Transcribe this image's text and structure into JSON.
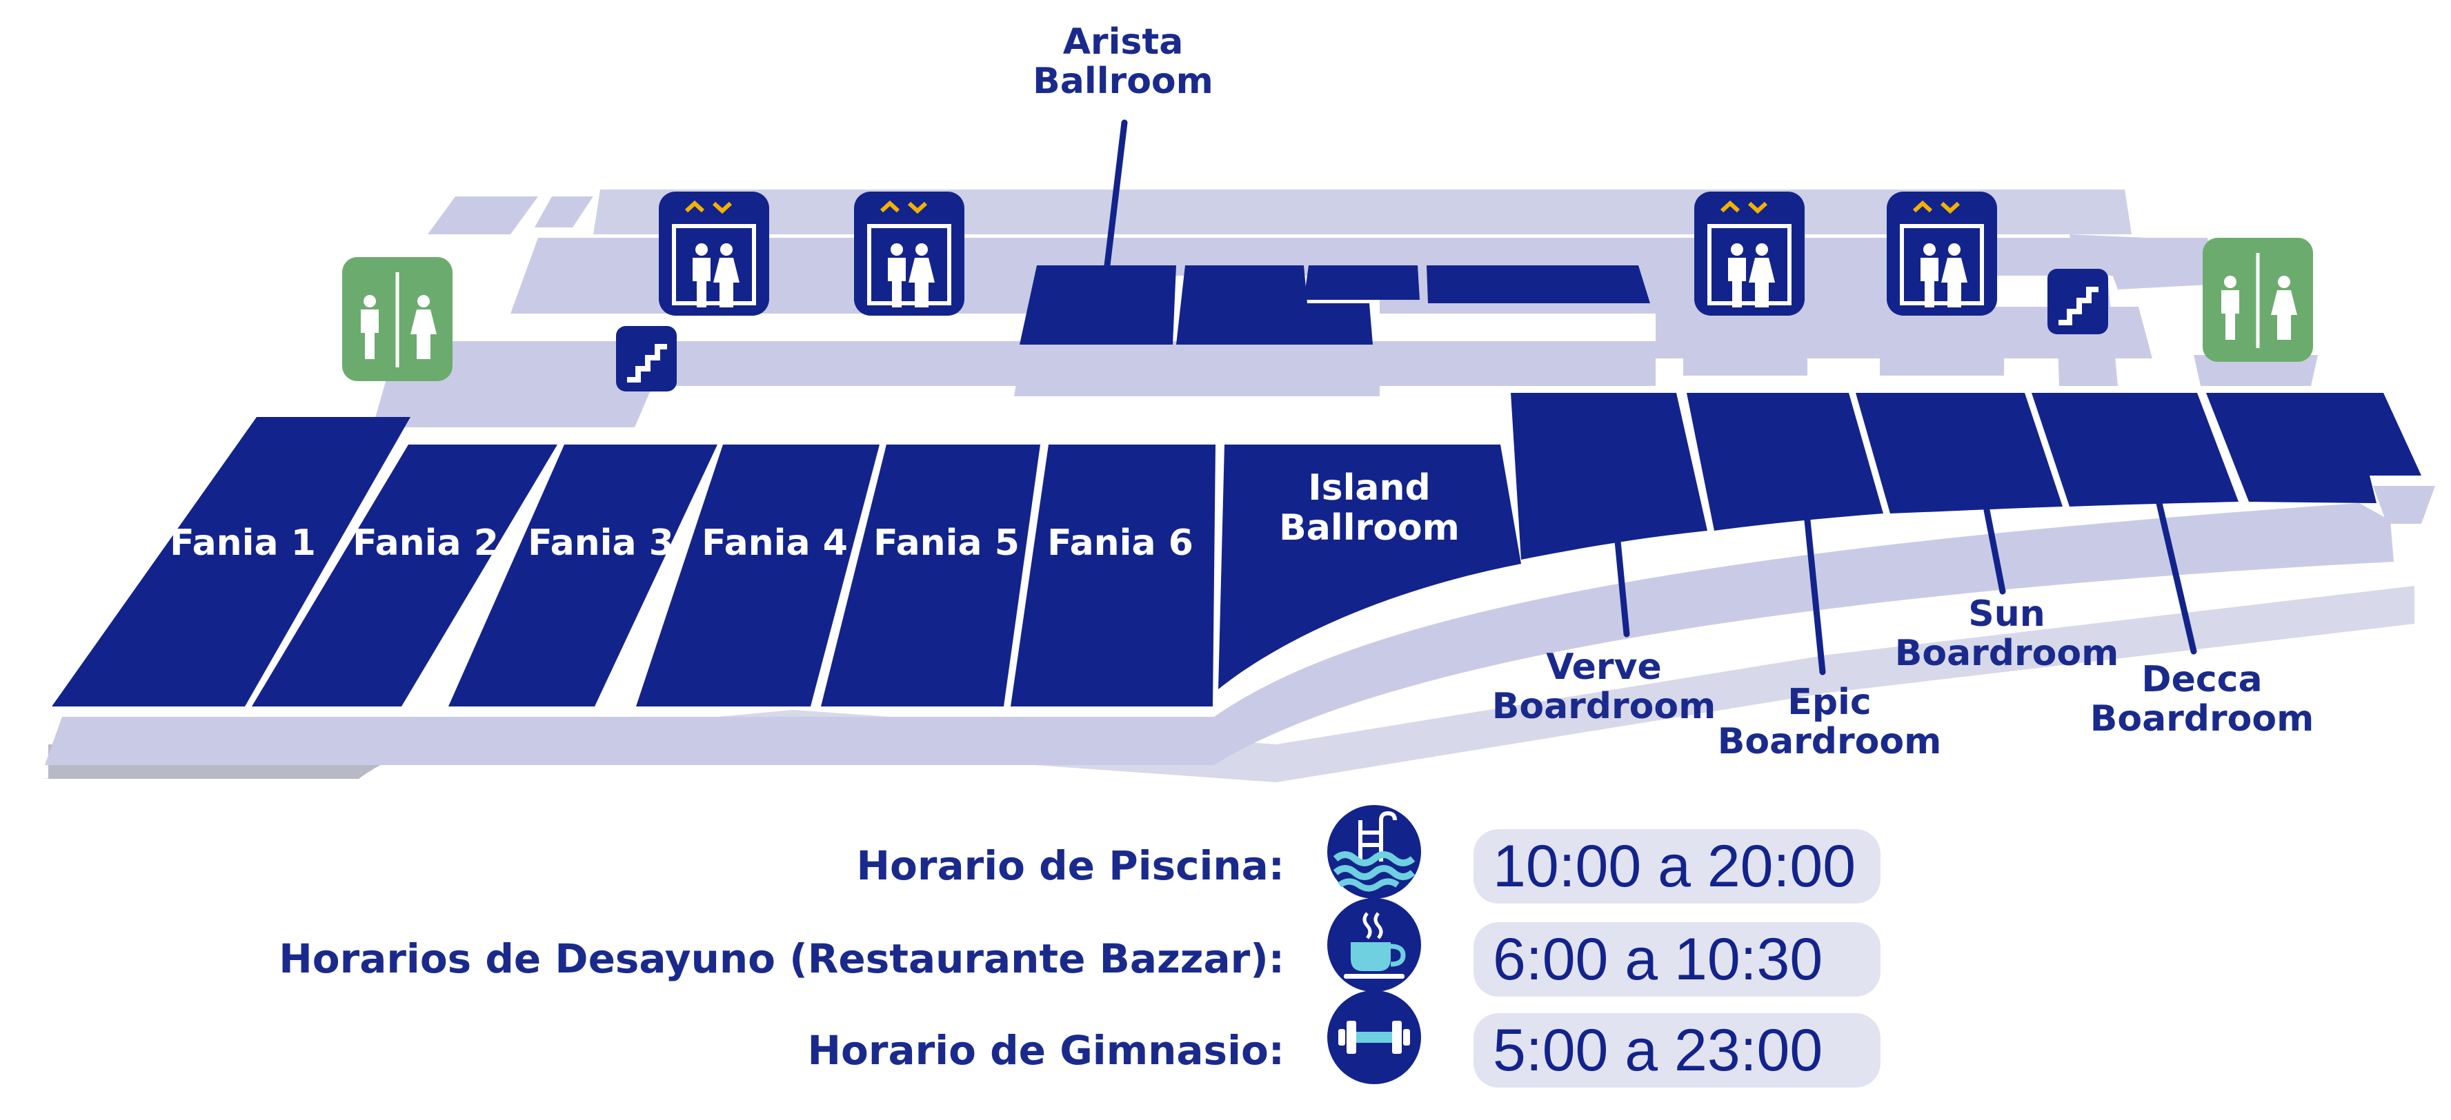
{
  "map": {
    "rooms": {
      "fania_1": "Fania 1",
      "fania_2": "Fania 2",
      "fania_3": "Fania 3",
      "fania_4": "Fania 4",
      "fania_5": "Fania 5",
      "fania_6": "Fania 6",
      "island_line1": "Island",
      "island_line2": "Ballroom"
    },
    "callouts": {
      "arista_line1": "Arista",
      "arista_line2": "Ballroom",
      "verve_line1": "Verve",
      "verve_line2": "Boardroom",
      "epic_line1": "Epic",
      "epic_line2": "Boardroom",
      "sun_line1": "Sun",
      "sun_line2": "Boardroom",
      "decca_line1": "Decca",
      "decca_line2": "Boardroom"
    },
    "icons": [
      "restroom-icon",
      "elevator-icon",
      "stairs-icon"
    ]
  },
  "schedule": [
    {
      "label": "Horario de Piscina:",
      "hours": "10:00 a 20:00",
      "icon": "pool-icon"
    },
    {
      "label": "Horarios de Desayuno (Restaurante Bazzar):",
      "hours": "6:00 a 10:30",
      "icon": "coffee-cup-icon"
    },
    {
      "label": "Horario de Gimnasio:",
      "hours": "5:00 a 23:00",
      "icon": "dumbbell-icon"
    }
  ],
  "colors": {
    "room_fill": "#13238c",
    "floor_light": "#c9cbe6",
    "floor_shadow": "#b8b9c6",
    "restroom_green": "#6cab6e",
    "elevator_accent": "#f3b200",
    "pill_bg": "#e2e3f1"
  }
}
